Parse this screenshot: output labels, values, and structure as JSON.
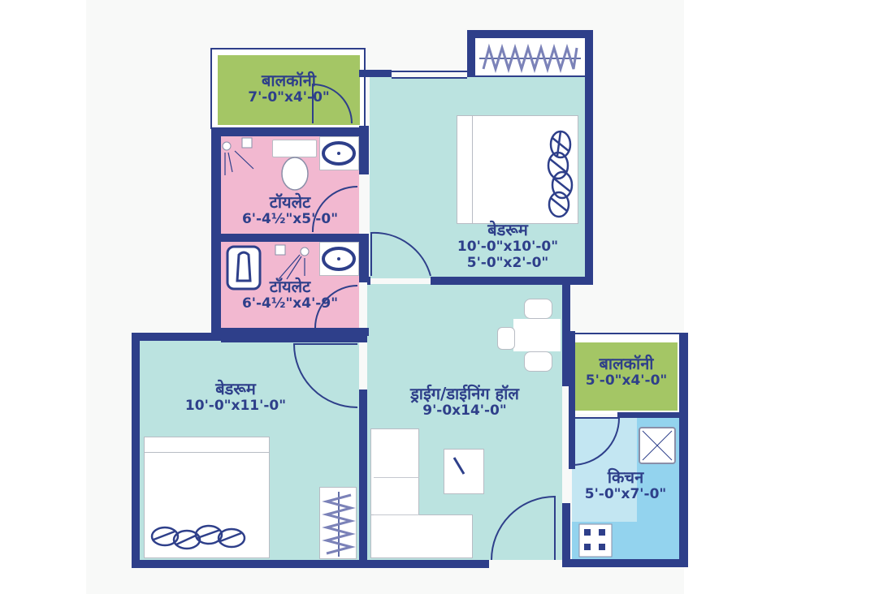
{
  "floor_plan": {
    "colors": {
      "wall": "#2e3f8a",
      "room_teal": "#bbe3e0",
      "balcony_green": "#a4c665",
      "toilet_pink": "#f2b8d0",
      "kitchen_blue": "#93d3ee",
      "kitchen_light": "#c3e6f2",
      "text": "#2e3f8a"
    },
    "rooms": [
      {
        "id": "balcony_1",
        "name": "बालकॉनी",
        "dimensions": "7'-0\"x4'-0\""
      },
      {
        "id": "toilet_1",
        "name": "टॉयलेट",
        "dimensions": "6'-4½\"x5'-0\""
      },
      {
        "id": "toilet_2",
        "name": "टॉयलेट",
        "dimensions": "6'-4½\"x4'-9\""
      },
      {
        "id": "bedroom_1",
        "name": "बेडरूम",
        "dimensions": "10'-0\"x10'-0\"",
        "dimensions_2": "5'-0\"x2'-0\""
      },
      {
        "id": "bedroom_2",
        "name": "बेडरूम",
        "dimensions": "10'-0\"x11'-0\""
      },
      {
        "id": "hall",
        "name": "ड्राईग/डाईनिंग हॉल",
        "dimensions": "9'-0x14'-0\""
      },
      {
        "id": "balcony_2",
        "name": "बालकॉनी",
        "dimensions": "5'-0\"x4'-0\""
      },
      {
        "id": "kitchen",
        "name": "किचन",
        "dimensions": "5'-0\"x7'-0\""
      }
    ]
  }
}
